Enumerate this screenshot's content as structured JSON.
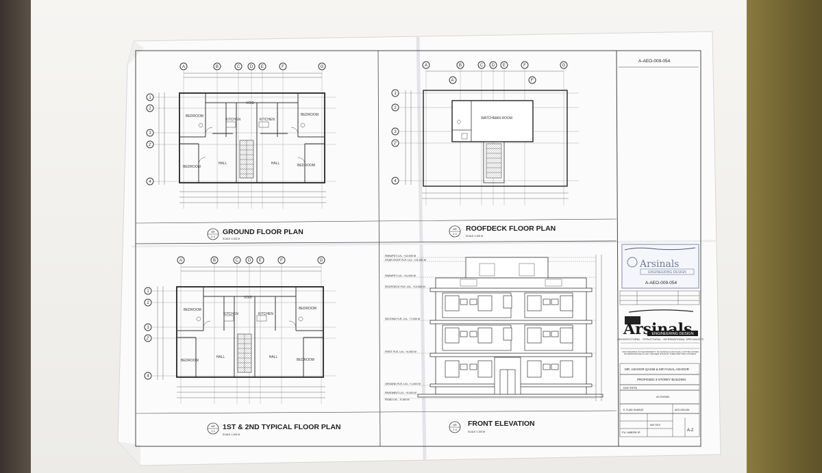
{
  "sheet_code_top": "A-AEO-009-054",
  "grid_cols": [
    "A",
    "B",
    "C",
    "D",
    "E",
    "F",
    "G"
  ],
  "grid_cols_roof_extra": [
    "A'",
    "F'"
  ],
  "grid_rows": [
    "1",
    "2",
    "3",
    "2'",
    "4"
  ],
  "plans": {
    "ground": {
      "title": "GROUND FLOOR PLAN",
      "ref_top": "AR",
      "ref_bottom": "2 4",
      "scale": "SCALE   1:100 M"
    },
    "roof": {
      "title": "ROOFDECK FLOOR PLAN",
      "ref_top": "AR",
      "ref_bottom": "2 4",
      "scale": "SCALE   1:100 M"
    },
    "typical": {
      "title": "1ST & 2ND TYPICAL FLOOR PLAN",
      "ref_top": "AR",
      "ref_bottom": "2 4",
      "scale": "SCALE   1:100 M"
    },
    "elevation": {
      "title": "FRONT ELEVATION",
      "ref_top": "AR",
      "ref_bottom": "2 4",
      "scale": "SCALE   1:100 M"
    }
  },
  "rooms": {
    "bedroom": "BEDROOM",
    "kitchen": "KITCHEN",
    "void": "VOID",
    "hall": "HALL",
    "watchman": "WATCHMAN ROOM"
  },
  "levels": [
    "PARAPET LVL. +13.900 M",
    "STAIR ROOF FLR. LVL. +13.000 M",
    "PARAPET LVL. +11.000 M",
    "ROOFDECK FLR. LVL. +10.000 M",
    "SECOND FLR. LVL. +7.000 M",
    "FIRST FLR. LVL. +4.000 M",
    "GROUND FLR. LVL. +1.000 M",
    "PAVEMENT LVL. +0.000 M",
    "ROAD LVL. -0.100 M"
  ],
  "title_block": {
    "stamp_code": "A-AEO-009-054",
    "company": "ARSINALS ENGINEERING DESIGN",
    "company_short": "Arsinals",
    "company_sub": "ENGINEERING DESIGN",
    "specialists": "ARCHITECTURAL · STRUCTURAL · INTERNATIONAL SPECIALISTS",
    "note": "THIS DRAWING IS THE PROPERTY OF ARSINALS AND SHALL NOT BE COPIED OR REPRODUCED IN ANY MANNER WITHOUT THEIR WRITTEN CONSENT.",
    "client": "MR. ASHOOR QASIM & MR FAISAL ASHOOR",
    "project": "PROPOSED 3-STOREY BUILDING",
    "location": "EAST RIFFA",
    "scale_label": "AS SHOWN",
    "drawn": "E. FUAD SHARIAT",
    "checked": "P.A. HABEEB JR",
    "date": "MAY 2019",
    "project_no": "AEO-009-054",
    "sheet": "A-2"
  }
}
